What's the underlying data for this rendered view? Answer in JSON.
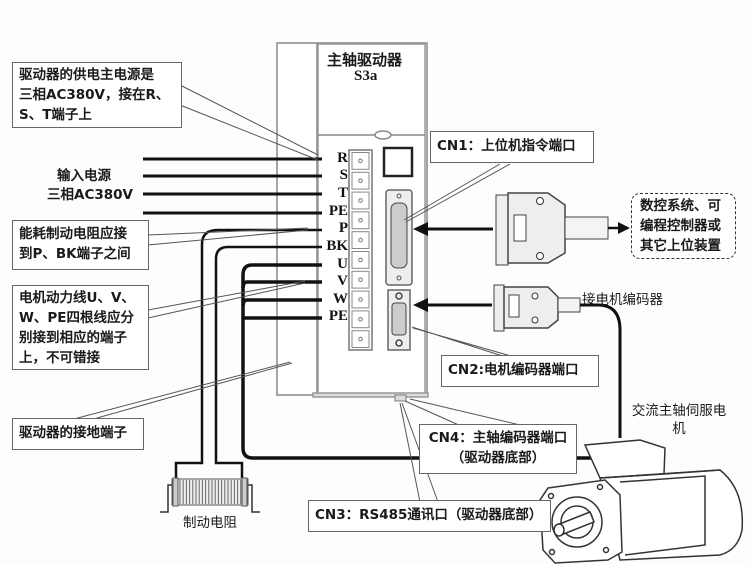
{
  "drive": {
    "title": "主轴驱动器",
    "model": "S3a",
    "terminals": [
      "R",
      "S",
      "T",
      "PE",
      "P",
      "BK",
      "U",
      "V",
      "W",
      "PE"
    ]
  },
  "callouts": {
    "power_supply": [
      "驱动器的供电主电源是",
      "三相AC380V，接在R、",
      "S、T端子上"
    ],
    "input_power": [
      "输入电源",
      "三相AC380V"
    ],
    "brake_resistor_note": [
      "能耗制动电阻应接",
      "到P、BK端子之间"
    ],
    "motor_power_note": [
      "电机动力线U、V、",
      "W、PE四根线应分",
      "别接到相应的端子",
      "上，不可错接"
    ],
    "ground_terminal": "驱动器的接地端子",
    "brake_resistor": "制动电阻",
    "cn1": "CN1：上位机指令端口",
    "host_device": [
      "数控系统、可",
      "编程控制器或",
      "其它上位装置"
    ],
    "motor_encoder": "接电机编码器",
    "cn2": "CN2:电机编码器端口",
    "motor": [
      "交流主轴伺服电",
      "机"
    ],
    "cn4": [
      "CN4：主轴编码器端口",
      "（驱动器底部）"
    ],
    "cn3": "CN3：RS485通讯口（驱动器底部）"
  },
  "colors": {
    "wire": "#111111",
    "outline": "#777777",
    "background": "#fdfdfd"
  }
}
